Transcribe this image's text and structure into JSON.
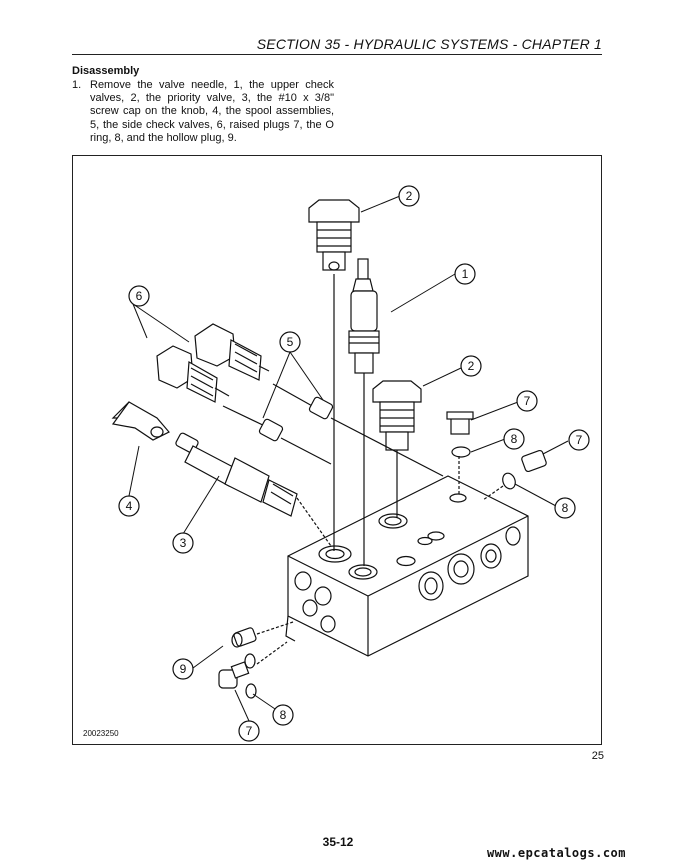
{
  "header": {
    "title": "SECTION 35 - HYDRAULIC SYSTEMS - CHAPTER 1"
  },
  "section": {
    "heading": "Disassembly",
    "step_number": "1.",
    "step_text": "Remove the valve needle, 1, the upper check valves, 2, the priority valve, 3, the #10 x 3/8\" screw cap on the knob, 4, the spool assemblies, 5, the side check valves, 6, raised plugs 7, the O ring, 8, and the hollow plug, 9."
  },
  "figure": {
    "id": "20023250",
    "number": "25",
    "callouts": [
      "1",
      "2",
      "2",
      "3",
      "4",
      "5",
      "6",
      "7",
      "7",
      "7",
      "8",
      "8",
      "8",
      "9"
    ]
  },
  "footer": {
    "page_number": "35-12",
    "website": "www.epcatalogs.com"
  }
}
